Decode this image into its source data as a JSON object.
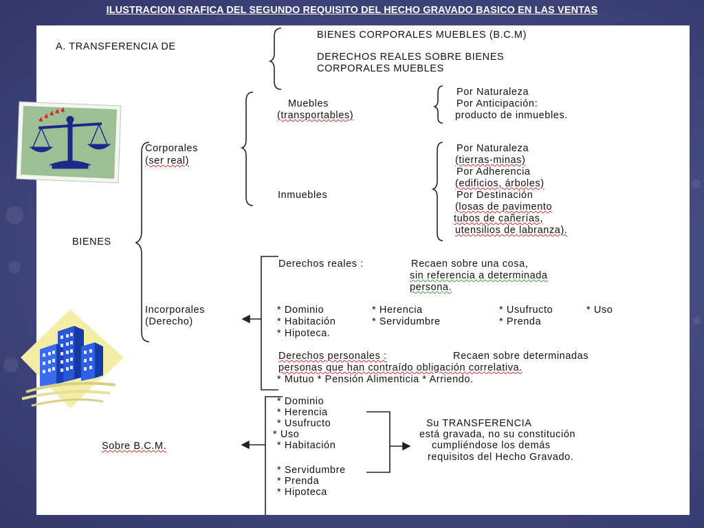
{
  "title": "ILUSTRACION GRAFICA DEL SEGUNDO REQUISITO DEL HECHO GRAVADO BASICO EN LAS VENTAS",
  "section_a": {
    "label": "A.  TRANSFERENCIA DE",
    "bcm": "BIENES CORPORALES MUEBLES (B.C.M)",
    "derechos_1": "DERECHOS REALES SOBRE BIENES",
    "derechos_2": "CORPORALES MUEBLES"
  },
  "bienes": {
    "label": "BIENES",
    "corporales": {
      "label_1": "Corporales",
      "label_2": "(ser real)",
      "muebles": {
        "label_1": "Muebles",
        "label_2": "(transportables)",
        "items": [
          "Por Naturaleza",
          "Por Anticipación:",
          "producto de inmuebles."
        ]
      },
      "inmuebles": {
        "label": "Inmuebles",
        "items": [
          "Por Naturaleza",
          "(tierras-minas)",
          "Por Adherencia",
          "(edificios, árboles)",
          "Por Destinación",
          "(losas de pavimento",
          "tubos de cañerías,",
          "utensilios de labranza)."
        ]
      }
    },
    "incorporales": {
      "label_1": "Incorporales",
      "label_2": "(Derecho)",
      "reales": {
        "label": "Derechos reales :",
        "desc_1": "Recaen sobre una cosa,",
        "desc_2": "sin referencia a determinada",
        "desc_3": "persona.",
        "row_1": [
          "*  Dominio",
          "* Herencia",
          "* Usufructo",
          "* Uso"
        ],
        "row_2": [
          "*  Habitación",
          "*  Servidumbre",
          "*  Prenda"
        ],
        "row_3": [
          "*  Hipoteca."
        ]
      },
      "personales": {
        "label": "Derechos personales :",
        "desc_1": "Recaen sobre determinadas",
        "desc_2": "personas  que han contraído obligación correlativa.",
        "items": "* Mutuo  * Pensión Alimenticia  * Arriendo."
      }
    }
  },
  "sobre_bcm": {
    "label": "Sobre B.C.M.",
    "items": [
      "* Dominio",
      "* Herencia",
      "* Usufructo",
      "*  Uso",
      "* Habitación",
      "* Servidumbre",
      "*  Prenda",
      "* Hipoteca"
    ],
    "transfer_1": "Su TRANSFERENCIA",
    "transfer_2": "está gravada, no su constitución",
    "transfer_3": "cumpliéndose los demás",
    "transfer_4": "requisitos del Hecho Gravado."
  },
  "icons": [
    "scales-icon",
    "buildings-icon"
  ]
}
